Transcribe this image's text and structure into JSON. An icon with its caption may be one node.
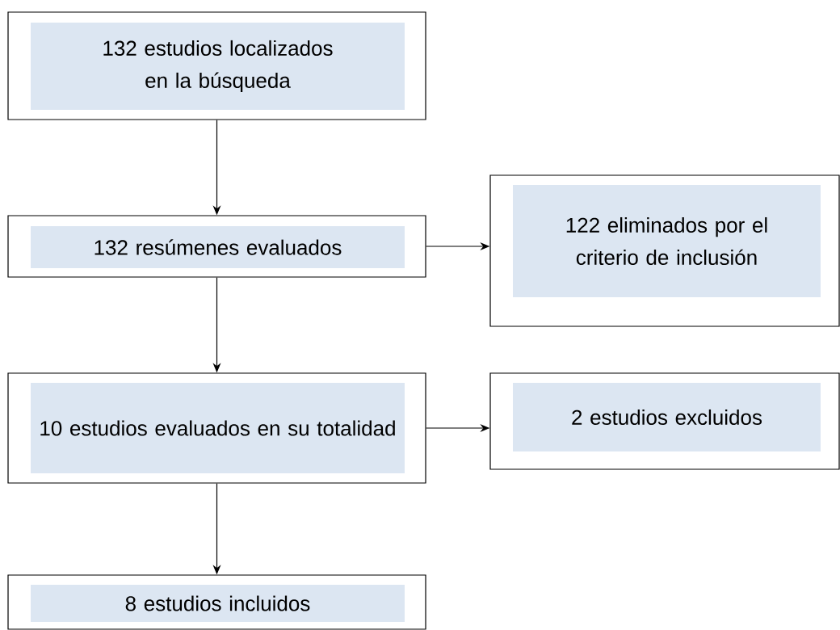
{
  "diagram": {
    "nodes": [
      {
        "text": [
          "132 estudios localizados en la búsqueda"
        ]
      },
      {
        "text": [
          "132 resúmenes evaluados"
        ]
      },
      {
        "text": [
          "122 eliminados por el criterio de inclusión"
        ]
      },
      {
        "text": [
          "10 estudios evaluados en su totalidad"
        ]
      },
      {
        "text": [
          "2 estudios excluidos"
        ]
      },
      {
        "text": [
          "8 estudios incluidos"
        ]
      }
    ],
    "edges": [
      {
        "from": 0,
        "to": 1,
        "arrow": "to"
      },
      {
        "from": 1,
        "to": 2,
        "arrow": "to"
      },
      {
        "from": 1,
        "to": 3,
        "arrow": "to"
      },
      {
        "from": 3,
        "to": 4,
        "arrow": "to"
      },
      {
        "from": 3,
        "to": 5,
        "arrow": "to"
      }
    ]
  }
}
